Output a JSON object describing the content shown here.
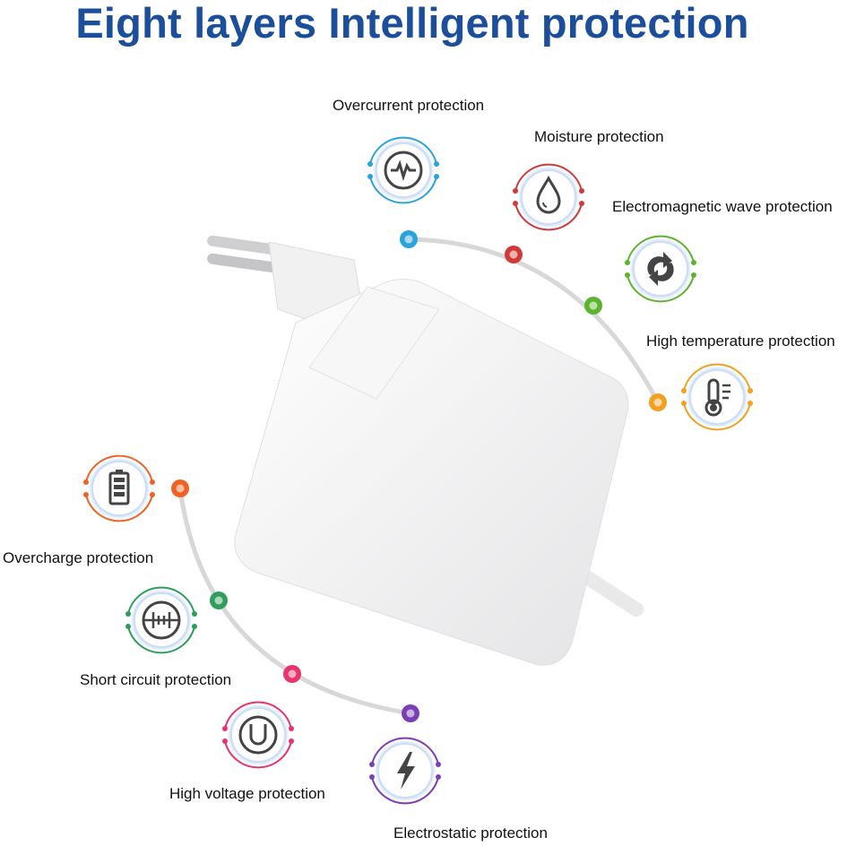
{
  "title": "Eight layers Intelligent protection",
  "protections": [
    {
      "label": "Overcurrent protection",
      "icon": "pulse-icon",
      "color": "#2aa3dd"
    },
    {
      "label": "Moisture protection",
      "icon": "water-drop-icon",
      "color": "#d23a3a"
    },
    {
      "label": "Electromagnetic wave protection",
      "icon": "refresh-arrows-icon",
      "color": "#5db42e"
    },
    {
      "label": "High temperature protection",
      "icon": "thermometer-icon",
      "color": "#f2a020"
    },
    {
      "label": "Overcharge protection",
      "icon": "battery-icon",
      "color": "#f06223"
    },
    {
      "label": "Short circuit protection",
      "icon": "resistor-icon",
      "color": "#2e9e5a"
    },
    {
      "label": "High voltage protection",
      "icon": "u-voltage-icon",
      "color": "#e8336b"
    },
    {
      "label": "Electrostatic protection",
      "icon": "lightning-icon",
      "color": "#7b3fb5"
    }
  ]
}
